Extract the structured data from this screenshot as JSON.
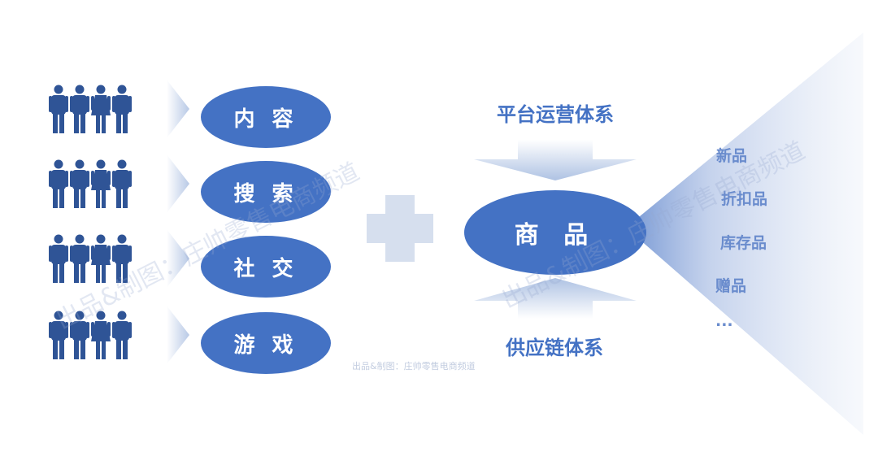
{
  "channels": [
    {
      "label": "内 容"
    },
    {
      "label": "搜 索"
    },
    {
      "label": "社 交"
    },
    {
      "label": "游 戏"
    }
  ],
  "center": {
    "label": "商 品",
    "top_label": "平台运营体系",
    "bottom_label": "供应链体系"
  },
  "products": [
    "新品",
    "折扣品",
    "库存品",
    "赠品",
    "..."
  ],
  "watermark": {
    "main": "出品&制图：庄帅零售电商频道",
    "small": "出品&制图：庄帅零售电商频道"
  },
  "colors": {
    "primary": "#4472c4",
    "light": "#d6dfee",
    "product_text": "#6a8ccd"
  },
  "icons": {
    "people": "people-group-icon",
    "arrow": "right-arrow-icon",
    "plus": "plus-icon"
  }
}
